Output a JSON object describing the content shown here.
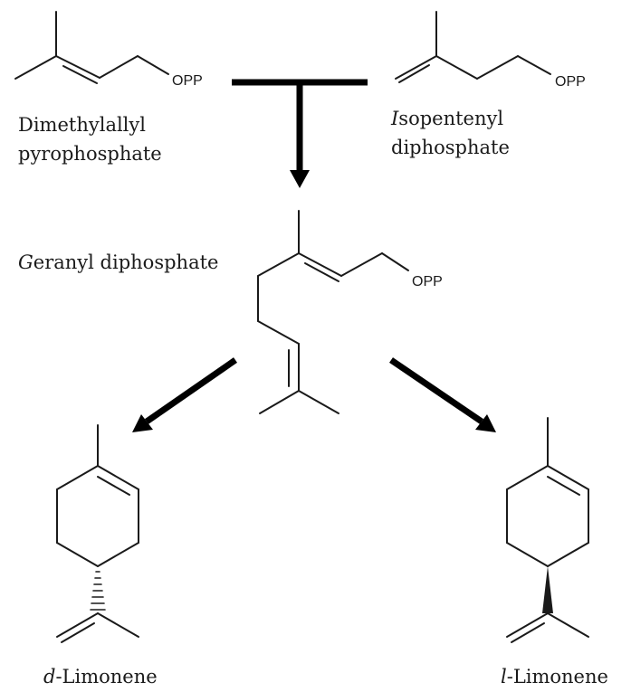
{
  "molecules": {
    "dmapp": {
      "line1": "Dimethylallyl",
      "line2": "pyrophosphate",
      "group": "OPP"
    },
    "ipp": {
      "prefix": "I",
      "line1_rest": "sopentenyl",
      "line2": "diphosphate",
      "group": "OPP"
    },
    "gpp": {
      "prefix": "G",
      "rest": "eranyl diphosphate",
      "group": "OPP"
    },
    "d_limonene": {
      "prefix": "d",
      "rest": "-Limonene"
    },
    "l_limonene": {
      "prefix": "l",
      "rest": "-Limonene"
    }
  }
}
